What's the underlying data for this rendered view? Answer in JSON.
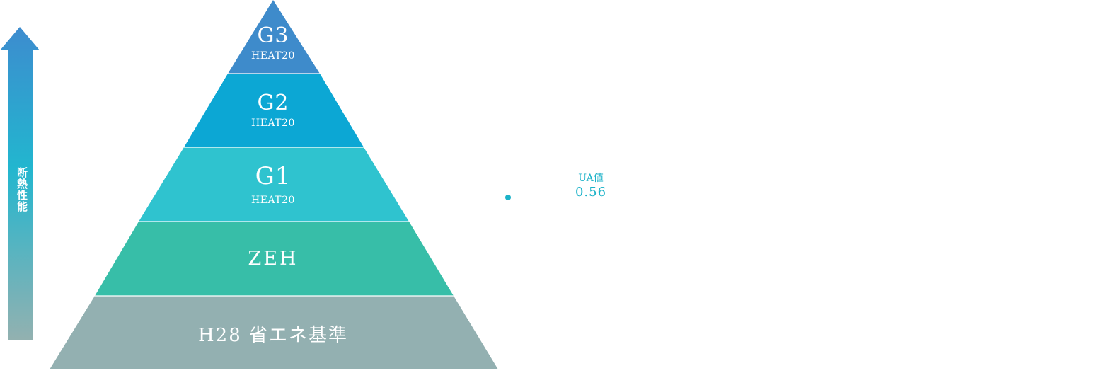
{
  "arrow": {
    "label": "断熱性能",
    "gradient_top": "#3d8ccf",
    "gradient_mid": "#22b6cf",
    "gradient_bottom": "#93b1b0"
  },
  "pyramid": {
    "tiers": [
      {
        "id": "g3",
        "title": "G3",
        "subtitle": "HEAT20",
        "color": "#3e8bcb"
      },
      {
        "id": "g2",
        "title": "G2",
        "subtitle": "HEAT20",
        "color": "#0ca7d4"
      },
      {
        "id": "g1",
        "title": "G1",
        "subtitle": "HEAT20",
        "color": "#2fc3cf"
      },
      {
        "id": "zeh",
        "title": "ZEH",
        "subtitle": "",
        "color": "#37bea8"
      },
      {
        "id": "h28",
        "title": "H28 省エネ基準",
        "subtitle": "",
        "color": "#93b0b1"
      }
    ]
  },
  "ua": {
    "label": "UA値",
    "value": "0.56",
    "color": "#1bb2c8"
  }
}
